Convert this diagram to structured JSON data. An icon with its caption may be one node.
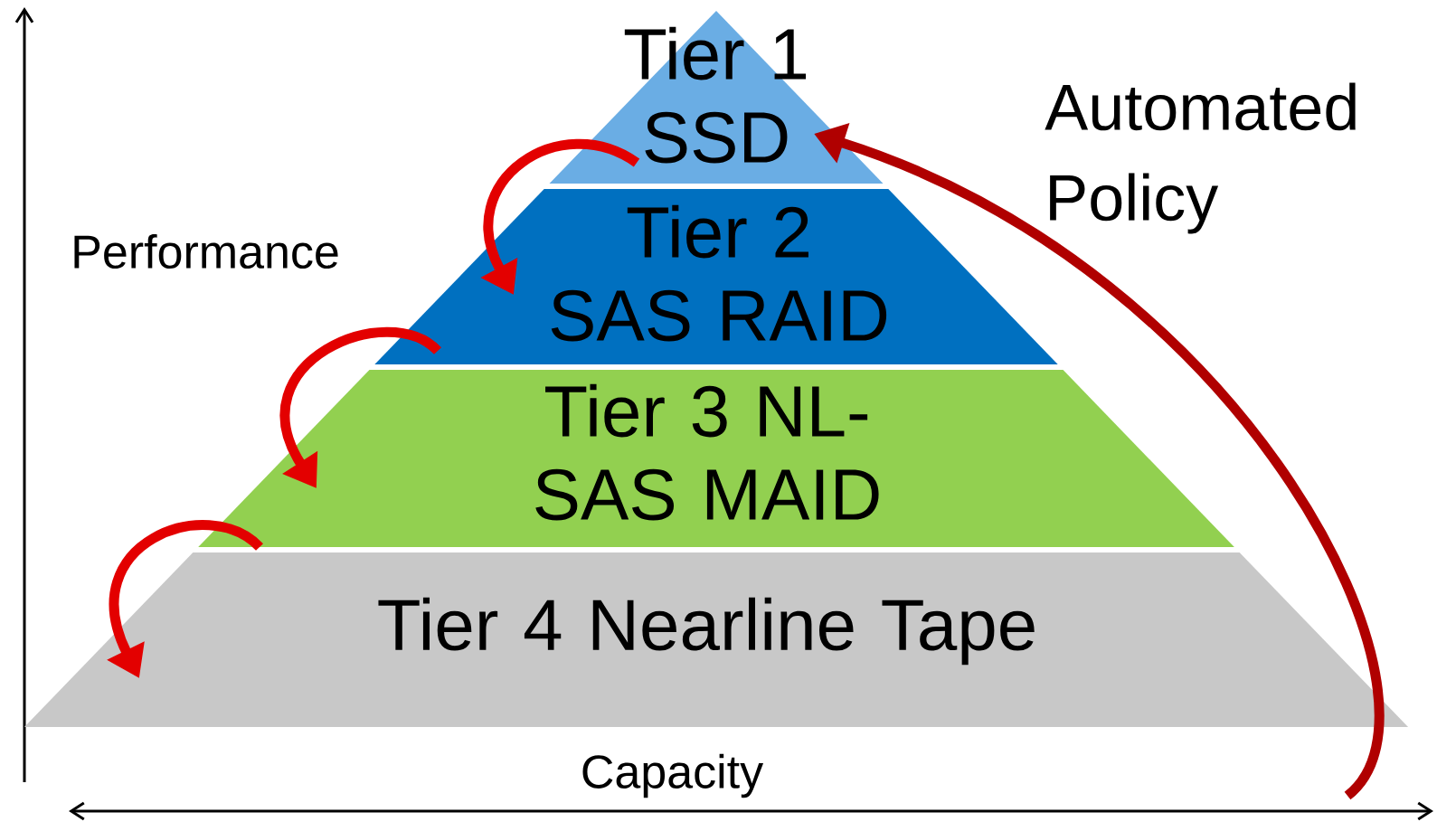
{
  "diagram": {
    "nodes": [
      {
        "text": [
          "Tier 1 SSD"
        ]
      },
      {
        "text": [
          "Tier 2  SAS RAID"
        ]
      },
      {
        "text": [
          "Tier 3 NL-SAS MAID"
        ]
      },
      {
        "text": [
          "Tier 4 Nearline Tape"
        ]
      }
    ],
    "edges": [
      {
        "from": 0,
        "to": 1,
        "arrow": "to"
      },
      {
        "from": 1,
        "to": 2,
        "arrow": "to"
      },
      {
        "from": 2,
        "to": 3,
        "arrow": "to"
      },
      {
        "from": null,
        "to": 0,
        "arrow": "to",
        "color": "#b00000"
      }
    ],
    "labels": [
      "Automated Policy",
      "Performance",
      "Capacity"
    ]
  }
}
